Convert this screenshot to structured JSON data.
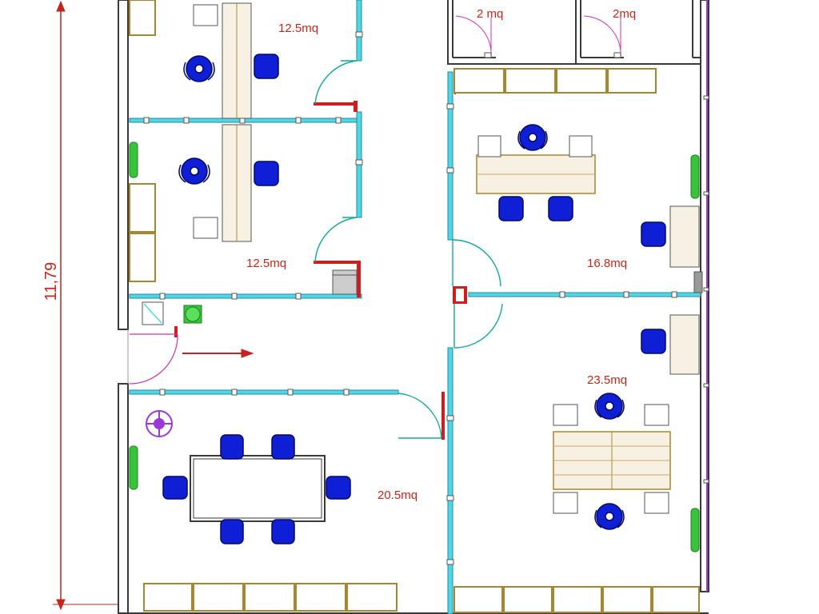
{
  "dimension": {
    "text": "11,79"
  },
  "rooms": [
    {
      "id": "office-top-left",
      "area": "12.5mq"
    },
    {
      "id": "office-mid-left",
      "area": "12.5mq"
    },
    {
      "id": "wc-1",
      "area": "2 mq"
    },
    {
      "id": "wc-2",
      "area": "2mq"
    },
    {
      "id": "office-right-upper",
      "area": "16.8mq"
    },
    {
      "id": "office-right-lower",
      "area": "23.5mq"
    },
    {
      "id": "meeting-room",
      "area": "20.5mq"
    }
  ],
  "colors": {
    "wall": "#3a3a3a",
    "glass_partition": "#4fd6e8",
    "door_swing": "#12a89a",
    "door_jamb": "#cc1f1f",
    "label": "#c4261d",
    "chair": "#0f1fd6",
    "furniture": "#c8a96a",
    "plant": "#38c43a",
    "wc_door": "#cc33aa"
  }
}
